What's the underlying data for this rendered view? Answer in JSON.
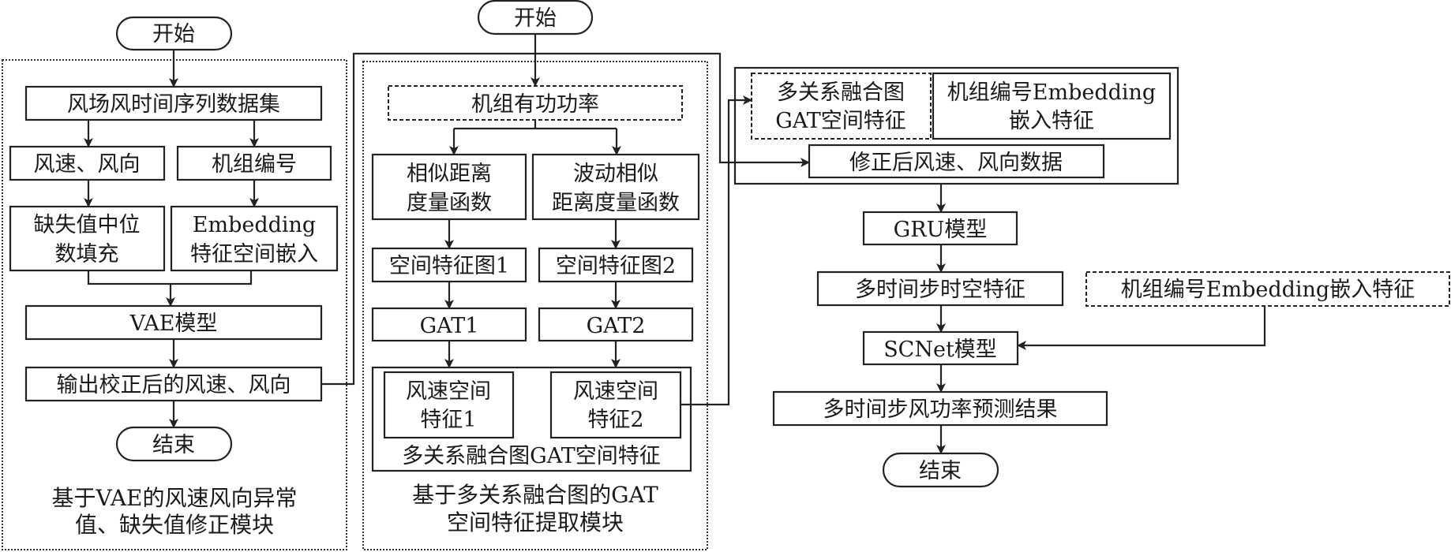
{
  "module1": {
    "start": "开始",
    "dataset": "风场风时间序列数据集",
    "wind_speed_dir": "风速、风向",
    "unit_id": "机组编号",
    "median_fill": [
      "缺失值中位",
      "数填充"
    ],
    "embedding": [
      "Embedding",
      "特征空间嵌入"
    ],
    "vae_model": "VAE模型",
    "output_corrected": "输出校正后的风速、风向",
    "end": "结束",
    "caption": [
      "基于VAE的风速风向异常",
      "值、缺失值修正模块"
    ]
  },
  "module2": {
    "start": "开始",
    "active_power": "机组有功功率",
    "similar_distance": [
      "相似距离",
      "度量函数"
    ],
    "fluctuation_distance": [
      "波动相似",
      "距离度量函数"
    ],
    "spatial_graph_1": "空间特征图1",
    "spatial_graph_2": "空间特征图2",
    "gat1": "GAT1",
    "gat2": "GAT2",
    "wind_spatial_1": [
      "风速空间",
      "特征1"
    ],
    "wind_spatial_2": [
      "风速空间",
      "特征2"
    ],
    "fusion_label": "多关系融合图GAT空间特征",
    "caption": [
      "基于多关系融合图的GAT",
      "空间特征提取模块"
    ]
  },
  "module3": {
    "fusion_gat": [
      "多关系融合图",
      "GAT空间特征"
    ],
    "unit_embedding": [
      "机组编号Embedding",
      "嵌入特征"
    ],
    "corrected_data": "修正后风速、风向数据",
    "gru_model": "GRU模型",
    "multi_step_features": "多时间步时空特征",
    "unit_embedding_single": "机组编号Embedding嵌入特征",
    "scnet_model": "SCNet模型",
    "prediction_result": "多时间步风功率预测结果",
    "end": "结束"
  }
}
